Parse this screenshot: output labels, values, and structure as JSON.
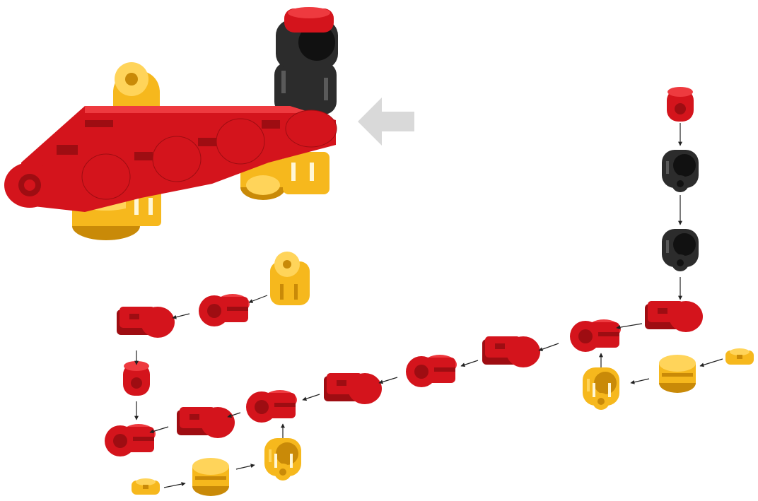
{
  "colors": {
    "red": "#d4141c",
    "red_dark": "#9e0d12",
    "red_light": "#ee3a3f",
    "yellow": "#f6b81d",
    "yellow_dark": "#c98a08",
    "yellow_light": "#ffd45a",
    "black": "#2c2c2c",
    "black_dark": "#111111",
    "black_light": "#5a5a5a",
    "arrow": "#222222",
    "big_arrow": "#d9d9d9"
  },
  "assembled_model": {
    "description_icon": "assembled-dragon-model-icon"
  },
  "direction_indicator": {
    "icon": "arrow-left-icon"
  },
  "parts": [
    {
      "id": "p1",
      "type": "cap",
      "color": "red"
    },
    {
      "id": "p2",
      "type": "joint",
      "color": "black"
    },
    {
      "id": "p3",
      "type": "joint",
      "color": "black"
    },
    {
      "id": "p4",
      "type": "block",
      "color": "red"
    },
    {
      "id": "p5",
      "type": "clamp",
      "color": "red"
    },
    {
      "id": "p6",
      "type": "block",
      "color": "red"
    },
    {
      "id": "p7",
      "type": "clamp",
      "color": "red"
    },
    {
      "id": "p8",
      "type": "block",
      "color": "red"
    },
    {
      "id": "p9",
      "type": "clamp",
      "color": "red"
    },
    {
      "id": "p10",
      "type": "block",
      "color": "red"
    },
    {
      "id": "p11",
      "type": "clamp",
      "color": "red"
    },
    {
      "id": "p12",
      "type": "cap",
      "color": "red"
    },
    {
      "id": "p13",
      "type": "block",
      "color": "red"
    },
    {
      "id": "p14",
      "type": "clamp",
      "color": "red"
    },
    {
      "id": "p15",
      "type": "tab",
      "color": "yellow"
    },
    {
      "id": "p16",
      "type": "small",
      "color": "yellow"
    },
    {
      "id": "p17",
      "type": "round",
      "color": "yellow"
    },
    {
      "id": "p18",
      "type": "joint",
      "color": "yellow"
    },
    {
      "id": "p19",
      "type": "small",
      "color": "yellow"
    },
    {
      "id": "p20",
      "type": "round",
      "color": "yellow"
    },
    {
      "id": "p21",
      "type": "joint",
      "color": "yellow"
    }
  ]
}
